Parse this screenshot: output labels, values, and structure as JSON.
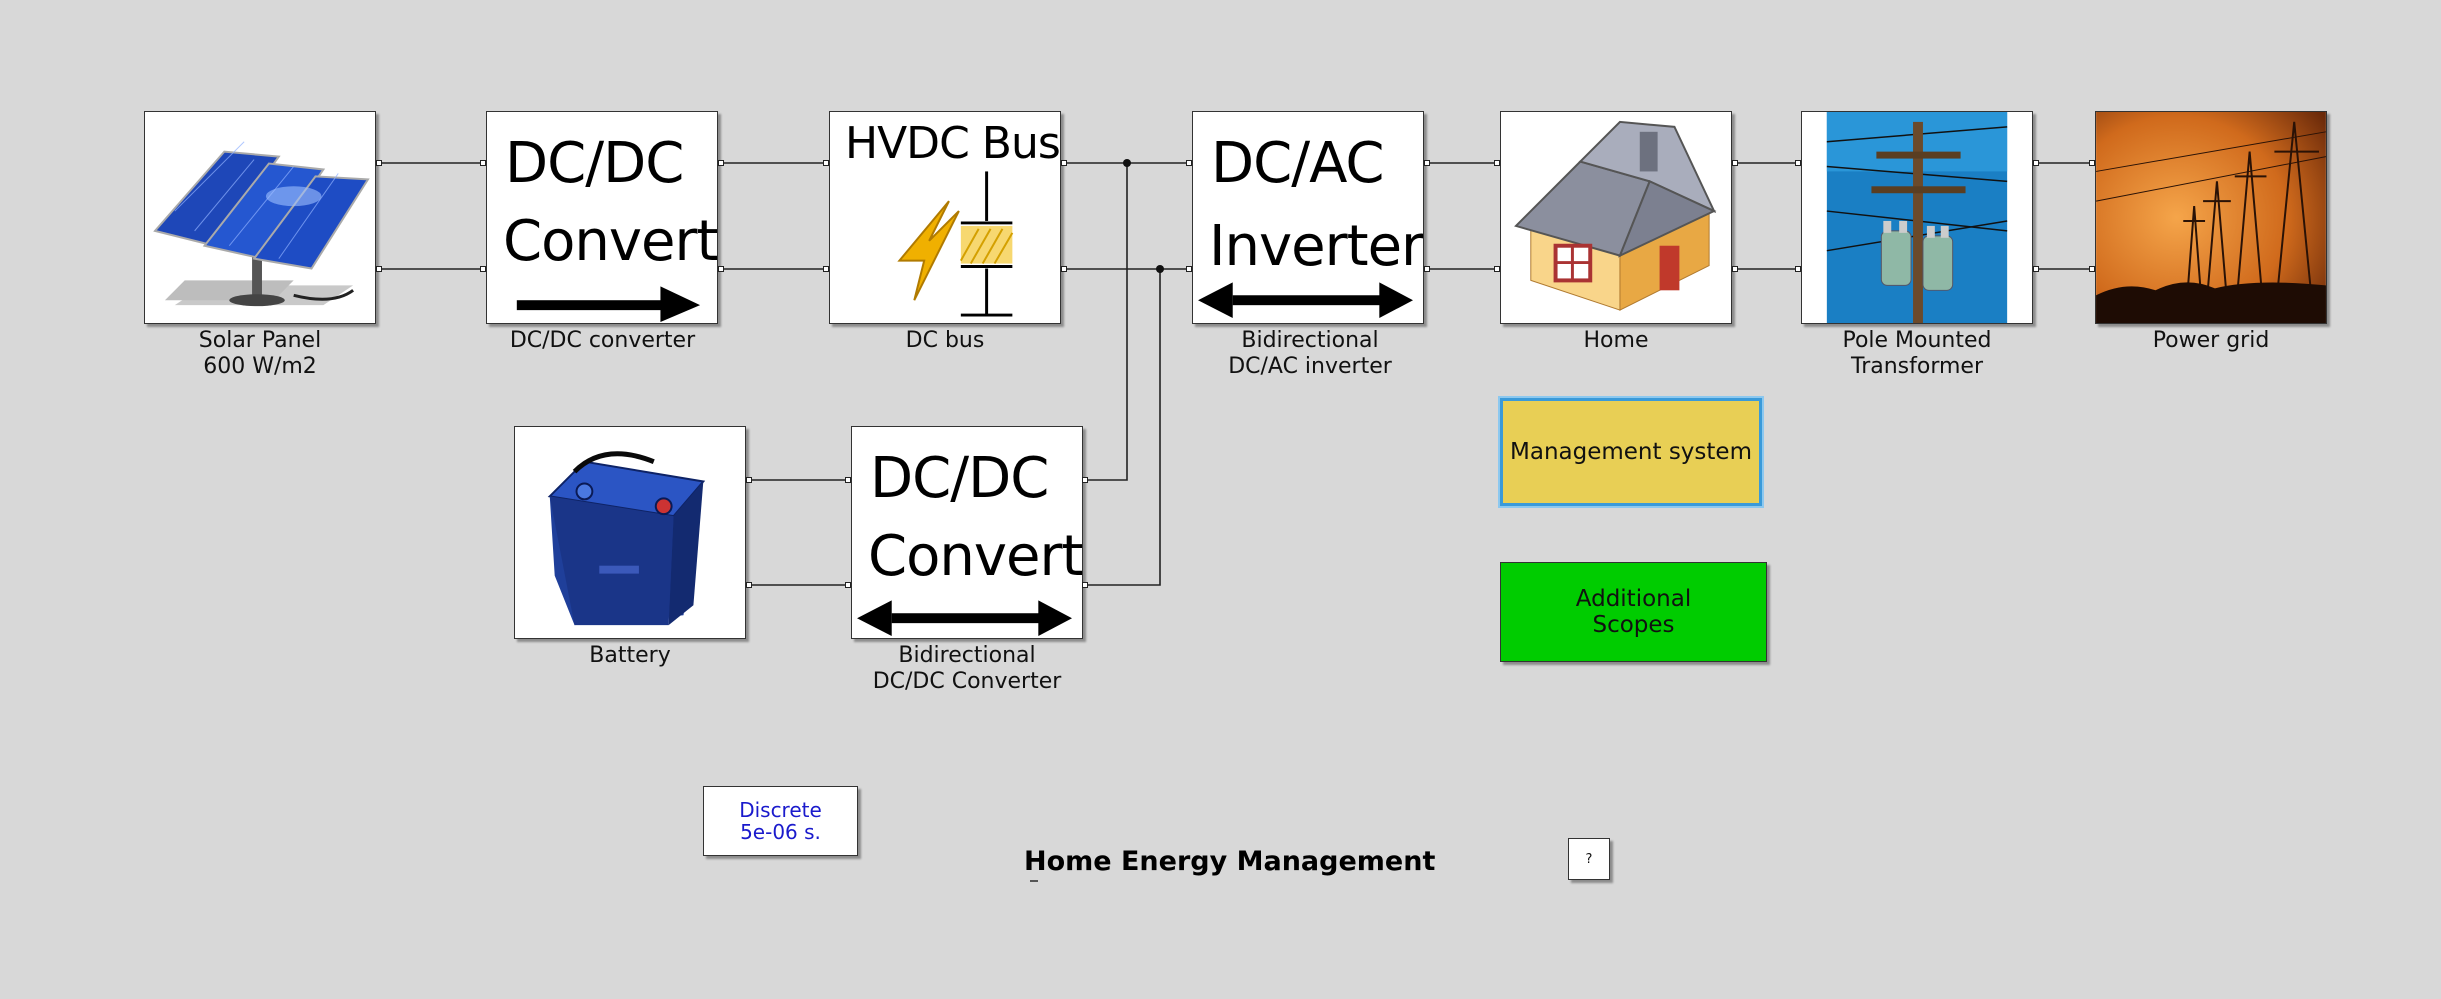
{
  "blocks": {
    "solar": {
      "label_1": "Solar Panel",
      "label_2": "600 W/m2",
      "icon": "solar-panel-image"
    },
    "dcdc": {
      "text_1": "DC/DC",
      "text_2": "Converter",
      "label": "DC/DC converter",
      "icon": "right-arrow-icon"
    },
    "dcbus": {
      "text": "HVDC Bus",
      "label": "DC bus",
      "icon": "capacitor-lightning-icon"
    },
    "inverter": {
      "text_1": "DC/AC",
      "text_2": "Inverter",
      "label_1": "Bidirectional",
      "label_2": "DC/AC inverter",
      "icon": "double-arrow-icon"
    },
    "home": {
      "label": "Home",
      "icon": "house-image"
    },
    "transformer": {
      "label_1": "Pole Mounted",
      "label_2": "Transformer",
      "icon": "utility-pole-image"
    },
    "grid": {
      "label": "Power grid",
      "icon": "transmission-towers-image"
    },
    "battery": {
      "label": "Battery",
      "icon": "battery-image"
    },
    "bidir_dcdc": {
      "text_1": "DC/DC",
      "text_2": "Converter",
      "label_1": "Bidirectional",
      "label_2": "DC/DC Converter",
      "icon": "double-arrow-icon"
    }
  },
  "management": {
    "label": "Management system"
  },
  "scopes": {
    "label_1": "Additional",
    "label_2": "Scopes"
  },
  "powergui": {
    "line_1": "Discrete",
    "line_2": "5e-06 s."
  },
  "model_title": "Home Energy Management",
  "help_block": "?",
  "colors": {
    "background": "#d8d8d8",
    "management": "#e8cf55",
    "scopes": "#00cc00",
    "powergui_text": "#1a1acc",
    "selection": "#3a9ad9"
  }
}
